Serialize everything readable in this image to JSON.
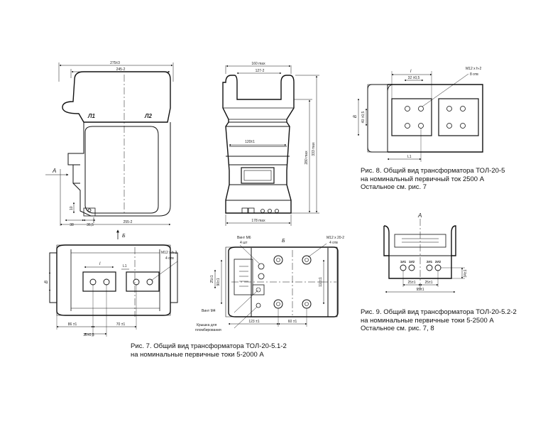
{
  "captions": {
    "fig7": [
      "Рис. 7. Общий вид трансформатора ТОЛ-20-5.1-2",
      "на номинальные первичные токи 5-2000 А"
    ],
    "fig8": [
      "Рис. 8. Общий вид трансформатора ТОЛ-20-5",
      "на номинальный первичный ток 2500 А",
      "Остальное см. рис. 7"
    ],
    "fig9": [
      "Рис. 9. Общий вид трансформатора ТОЛ-20-5.2-2",
      "на номинальные первичные токи 5-2500 А",
      "Остальное см. рис. 7, 8"
    ]
  },
  "view_marks": {
    "A": "А",
    "B": "Б",
    "L1": "Л1",
    "L2": "Л2"
  },
  "dims": {
    "w275": "275±3",
    "w245": "245-2",
    "w255": "255-2",
    "h10": "10",
    "d38": "38",
    "d365": "36,5",
    "w160": "160 max",
    "w127": "127-2",
    "w120": "120±1",
    "h280": "280 max",
    "h333": "333 max",
    "w178": "178 max",
    "l": "l",
    "l1": "L1",
    "b": "B",
    "m12": "M12 x h-2",
    "n4": "4 отв",
    "n8": "8 отв",
    "d86": "86 ±1",
    "d70": "70 ±1",
    "d32": "32±0,5",
    "d32b": "32±0,5",
    "vint6": "Винт М6",
    "vint6n": "4 шт",
    "vint4": "Винт М4",
    "kryshka": "Крышка для",
    "plomb": "пломбирования",
    "m12b": "M12 x 20-2",
    "n4b": "4 отв",
    "d90": "90±1",
    "d25": "25±1",
    "d118": "118±1",
    "d123": "123 ±1",
    "d60": "60 ±1",
    "f8_32": "32 ±0,5",
    "f8_40": "40 ±0,5",
    "f8_m12": "M12 x h-2",
    "d25a": "25±1",
    "d25b": "25±1",
    "d95": "95±1",
    "d34": "34±1"
  },
  "terminals": [
    "1И1",
    "1И2",
    "2И1",
    "2И2"
  ]
}
